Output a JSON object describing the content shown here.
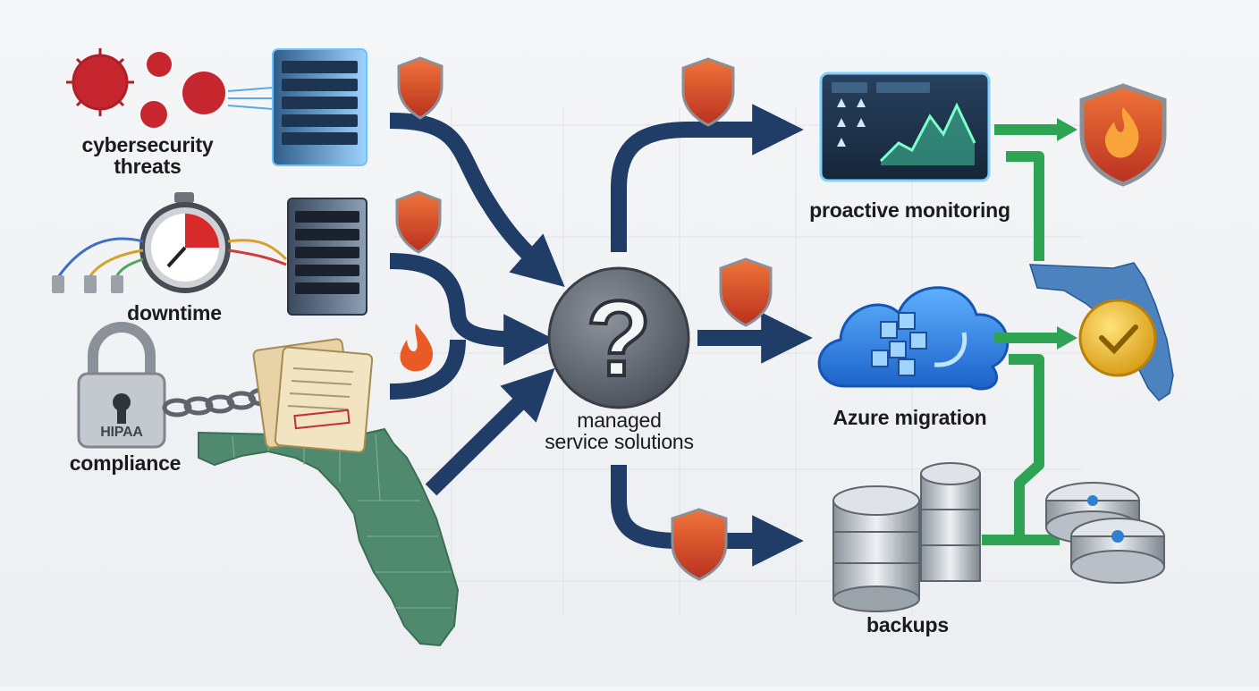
{
  "inputs": {
    "cybersecurity": "cybersecurity\nthreats",
    "downtime": "downtime",
    "compliance": "compliance",
    "hipaa_tag": "HIPAA"
  },
  "hub": {
    "symbol": "?",
    "label": "managed\nservice solutions"
  },
  "outputs": {
    "monitoring": "proactive monitoring",
    "azure": "Azure migration",
    "backups": "backups"
  },
  "colors": {
    "arrow": "#1f3d66",
    "pipe": "#2ea354",
    "shield": "#e2542b",
    "virus": "#c6262e",
    "florida": "#4f8a6e",
    "cloud": "#2b7fe0"
  }
}
